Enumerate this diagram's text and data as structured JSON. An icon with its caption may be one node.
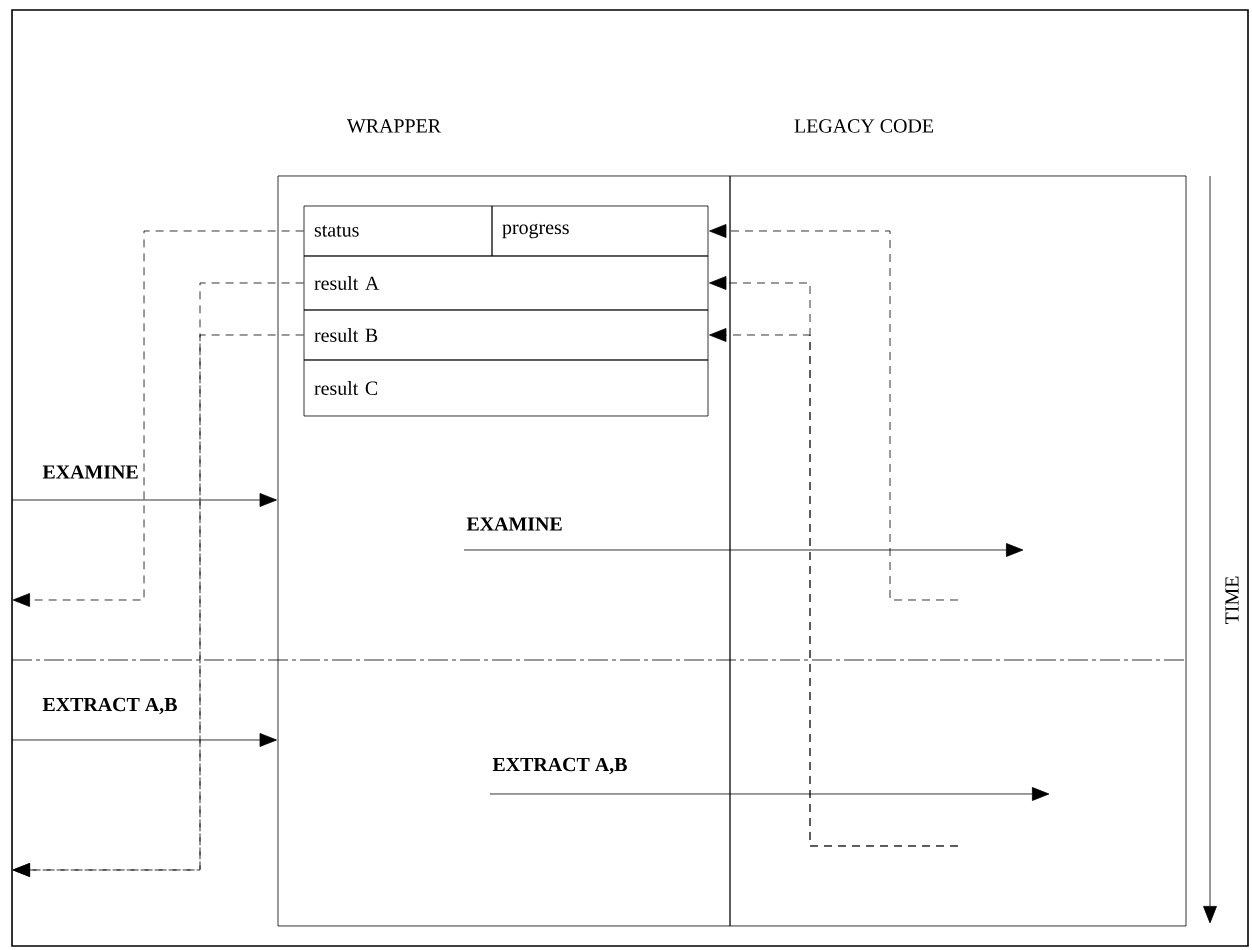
{
  "diagram": {
    "nodes": [
      {
        "text": [
          "WRAPPER"
        ]
      },
      {
        "text": [
          "LEGACY CODE"
        ]
      },
      {
        "text": [
          "status"
        ],
        "in": 0
      },
      {
        "text": [
          "progress"
        ],
        "in": 0
      },
      {
        "text": [
          "result A"
        ],
        "in": 0
      },
      {
        "text": [
          "result B"
        ],
        "in": 0
      },
      {
        "text": [
          "result C"
        ],
        "in": 0
      }
    ],
    "edges": [
      {
        "from": null,
        "to": 0,
        "arrow": "to",
        "label": "EXAMINE"
      },
      {
        "from": null,
        "to": 0,
        "arrow": "to",
        "label": "EXTRACT A,B"
      },
      {
        "from": 2,
        "to": null,
        "arrow": "to",
        "style": "dashed"
      },
      {
        "from": 4,
        "to": null,
        "arrow": "to",
        "style": "dashed"
      },
      {
        "from": 5,
        "to": null,
        "arrow": "to",
        "style": "dashed"
      },
      {
        "from": 1,
        "to": 3,
        "arrow": "to",
        "style": "dashed"
      },
      {
        "from": 1,
        "to": 4,
        "arrow": "to",
        "style": "dashed"
      },
      {
        "from": 1,
        "to": 5,
        "arrow": "to",
        "style": "dashed"
      }
    ],
    "labels": [
      "EXAMINE",
      "EXTRACT A,B",
      "TIME"
    ]
  }
}
